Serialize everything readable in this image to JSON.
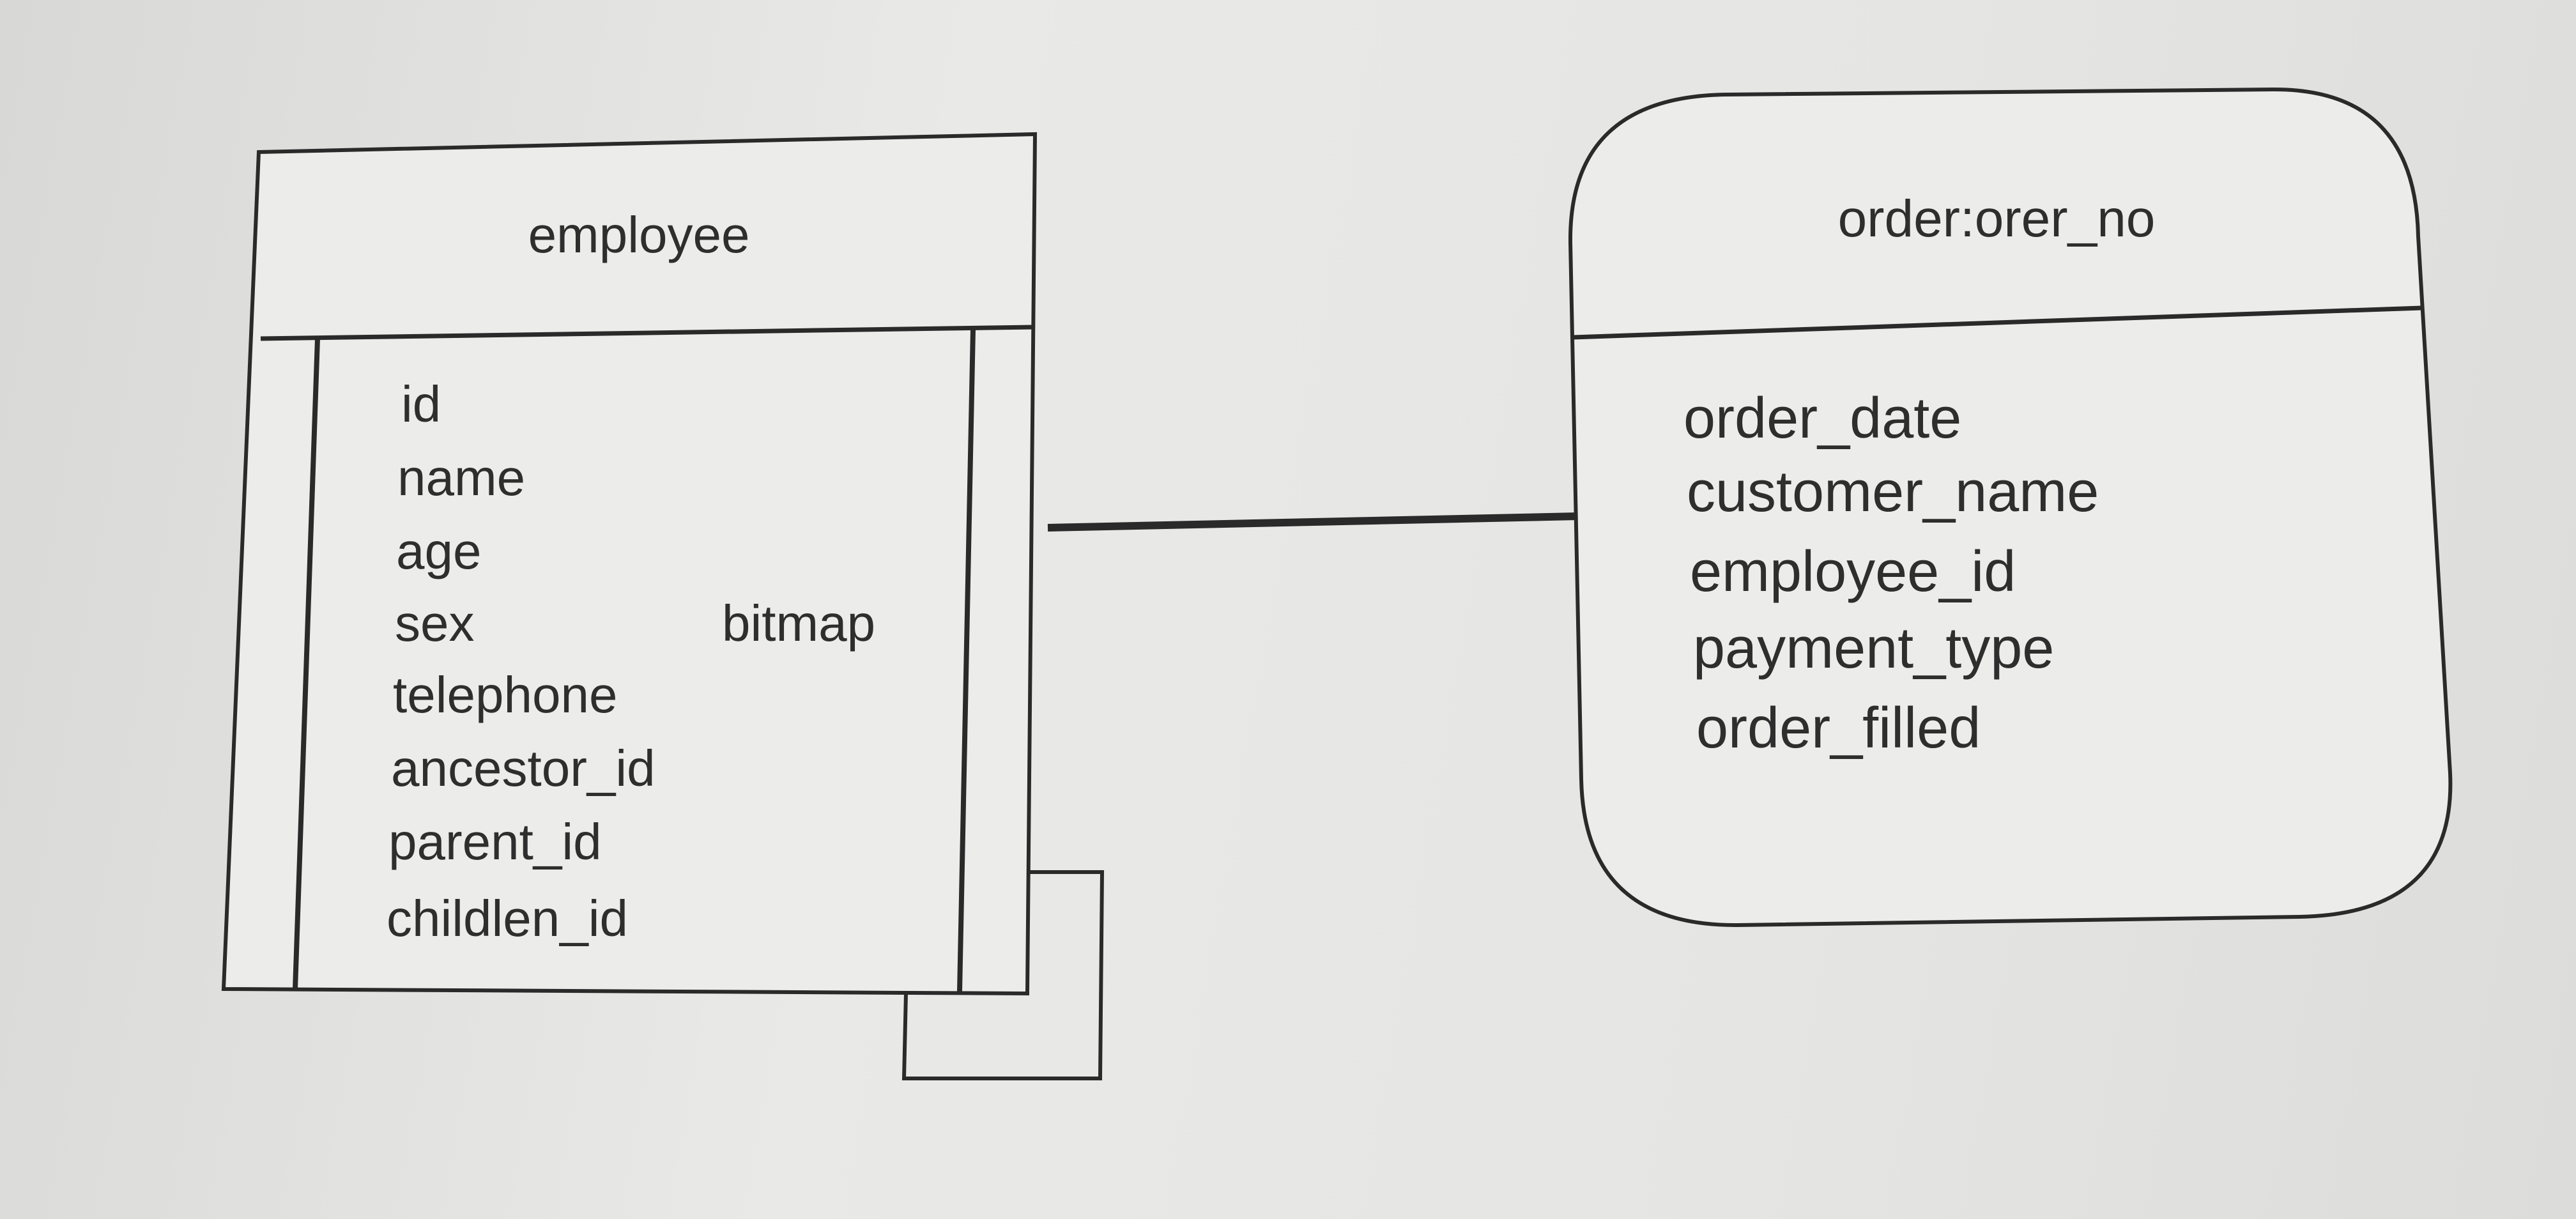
{
  "entities": {
    "employee": {
      "name": "employee",
      "attributes": [
        "id",
        "name",
        "age",
        "sex",
        "telephone",
        "ancestor_id",
        "parent_id",
        "childlen_id"
      ],
      "note": "bitmap"
    },
    "order": {
      "name": "order:orer_no",
      "attributes": [
        "order_date",
        "customer_name",
        "employee_id",
        "payment_type",
        "order_filled"
      ]
    }
  }
}
